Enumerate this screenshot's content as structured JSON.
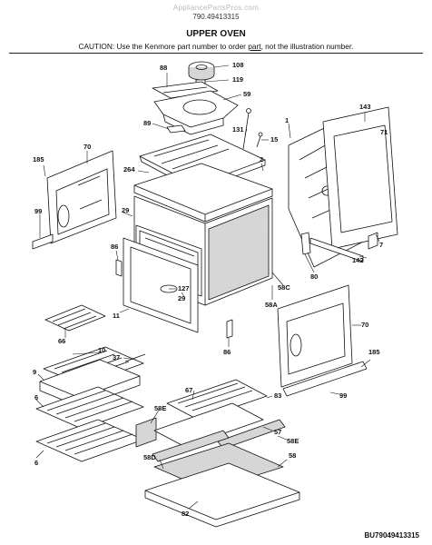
{
  "header": {
    "site": "AppliancePartsPros.com",
    "model_number": "790.49413315",
    "title": "UPPER OVEN",
    "caution_before": "CAUTION: Use the Kenmore part number to order ",
    "caution_link": "part",
    "caution_after": ", not the illustration number."
  },
  "figure_id": "BU79049413315",
  "callouts": {
    "c108": "108",
    "c88": "88",
    "c119": "119",
    "c59": "59",
    "c89": "89",
    "c131": "131",
    "c15": "15",
    "c143": "143",
    "c1": "1",
    "c71": "71",
    "c70a": "70",
    "c185a": "185",
    "c264": "264",
    "c2": "2",
    "c99a": "99",
    "c29a": "29",
    "c29b": "29",
    "c86a": "86",
    "c127": "127",
    "c11": "11",
    "c7": "7",
    "c142": "142",
    "c80": "80",
    "c58c": "58C",
    "c58a": "58A",
    "c66": "66",
    "c86b": "86",
    "c70b": "70",
    "c185b": "185",
    "c10": "10",
    "c37": "37",
    "c9": "9",
    "c6a": "6",
    "c6b": "6",
    "c99b": "99",
    "c67": "67",
    "c83": "83",
    "c58e1": "58E",
    "c57": "57",
    "c58e2": "58E",
    "c58d": "58D",
    "c58": "58",
    "c82": "82"
  },
  "colors": {
    "line": "#111111",
    "fill": "#ffffff",
    "shade": "#d6d6d6",
    "watermark": "#b9b9b9"
  }
}
